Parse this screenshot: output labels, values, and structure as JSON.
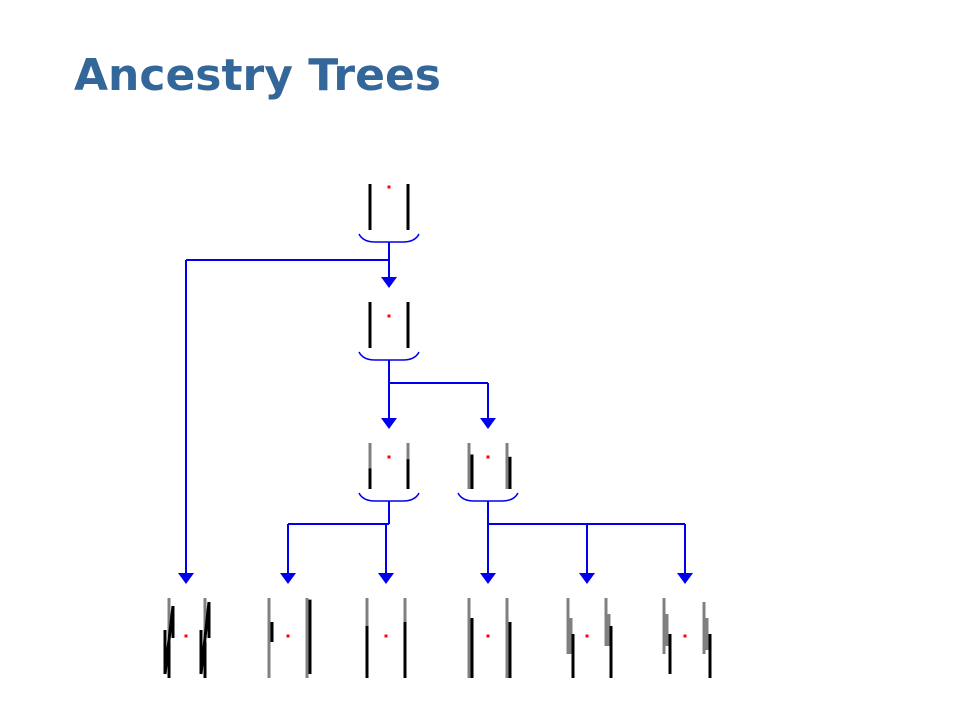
{
  "slide": {
    "title": "Ancestry Trees"
  },
  "colors": {
    "title": "#336699",
    "edge": "#0000ee",
    "centromere": "#ff0000",
    "black": "#000000",
    "gray": "#808080"
  },
  "tree": {
    "nodes": [
      {
        "id": "root",
        "level": 0,
        "pattern": "plain",
        "has_bracket": true
      },
      {
        "id": "g1",
        "level": 1,
        "pattern": "plain",
        "has_bracket": true
      },
      {
        "id": "g2a",
        "level": 2,
        "pattern": "black-gray-edge",
        "has_bracket": true
      },
      {
        "id": "g2b",
        "level": 2,
        "pattern": "gray-black-offset",
        "has_bracket": true
      },
      {
        "id": "leaf1",
        "level": 3,
        "pattern": "zigzag-black",
        "has_bracket": false
      },
      {
        "id": "leaf2",
        "level": 3,
        "pattern": "gray-black-split",
        "has_bracket": false
      },
      {
        "id": "leaf3",
        "level": 3,
        "pattern": "gray-top-black-bottom",
        "has_bracket": false
      },
      {
        "id": "leaf4",
        "level": 3,
        "pattern": "gray-black-offset",
        "has_bracket": false
      },
      {
        "id": "leaf5",
        "level": 3,
        "pattern": "gray-black-stair",
        "has_bracket": false
      },
      {
        "id": "leaf6",
        "level": 3,
        "pattern": "gray-black-triple",
        "has_bracket": false
      }
    ],
    "edges": [
      {
        "from": "root",
        "to": "g1"
      },
      {
        "from": "root",
        "to": "leaf1"
      },
      {
        "from": "g1",
        "to": "g2a"
      },
      {
        "from": "g1",
        "to": "g2b"
      },
      {
        "from": "g2a",
        "to": "leaf2"
      },
      {
        "from": "g2a",
        "to": "leaf3"
      },
      {
        "from": "g2b",
        "to": "leaf4"
      },
      {
        "from": "g2b",
        "to": "leaf5"
      },
      {
        "from": "g2b",
        "to": "leaf6"
      }
    ]
  }
}
